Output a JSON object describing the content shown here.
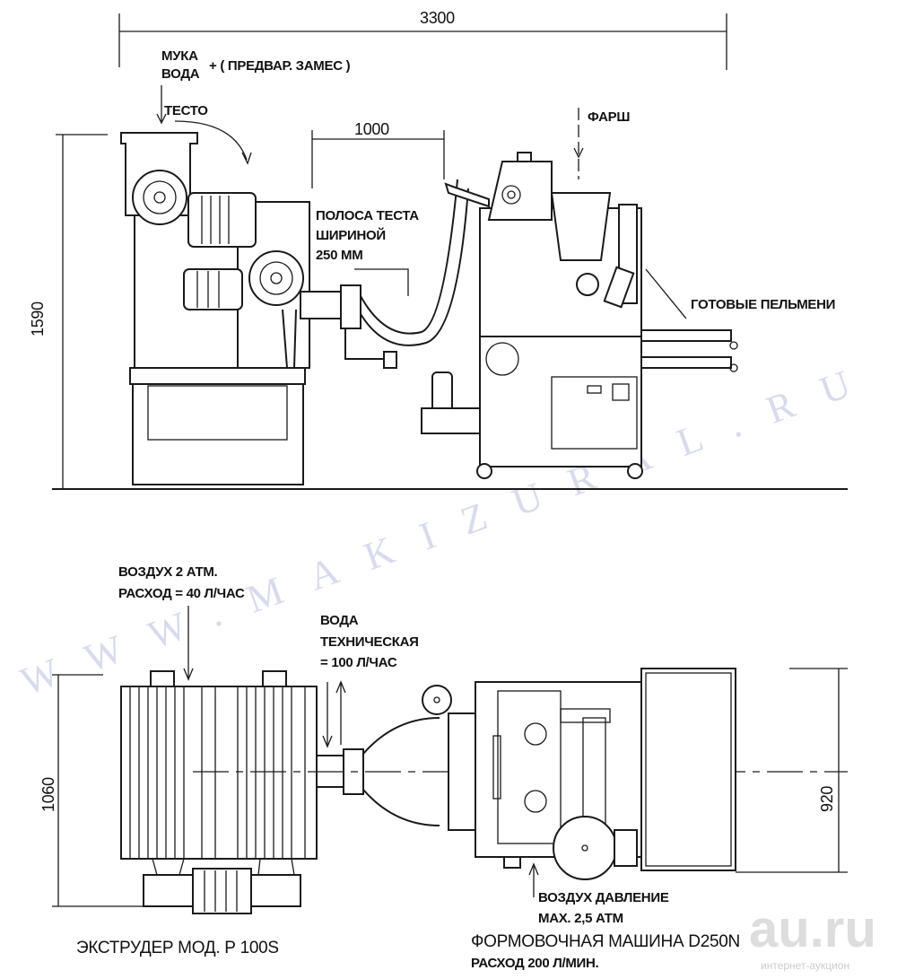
{
  "dimensions": {
    "total_length": "3300",
    "belt_length": "1000",
    "height": "1590",
    "extruder_width": "1060",
    "former_width": "920"
  },
  "side_view": {
    "input_flour": "МУКА",
    "input_water": "ВОДА",
    "premix": "+ ( ПРЕДВАР. ЗАМЕС )",
    "dough": "ТЕСТО",
    "strip_line1": "ПОЛОСА ТЕСТА",
    "strip_line2": "ШИРИНОЙ",
    "strip_line3": "250 ММ",
    "filling": "ФАРШ",
    "output": "ГОТОВЫЕ ПЕЛЬМЕНИ"
  },
  "top_view": {
    "air_line1": "ВОЗДУХ 2 АТМ.",
    "air_line2": "РАСХОД = 40 Л/ЧАС",
    "water_line1": "ВОДА",
    "water_line2": "ТЕХНИЧЕСКАЯ",
    "water_line3": "= 100 Л/ЧАС",
    "air2_line1": "ВОЗДУХ ДАВЛЕНИЕ",
    "air2_line2": "MAX. 2,5 АТМ",
    "extruder_caption": "ЭКСТРУДЕР МОД. Р 100S",
    "former_caption": "ФОРМОВОЧНАЯ МАШИНА D250N",
    "former_consumption": "РАСХОД 200 Л/МИН."
  },
  "watermark": "WWW.MAKIZURAL.RU",
  "logo": {
    "name": "au.ru",
    "tagline": "интернет-аукцион"
  },
  "colors": {
    "line": "#1a1a1a",
    "watermark": "#cfd3e8"
  }
}
